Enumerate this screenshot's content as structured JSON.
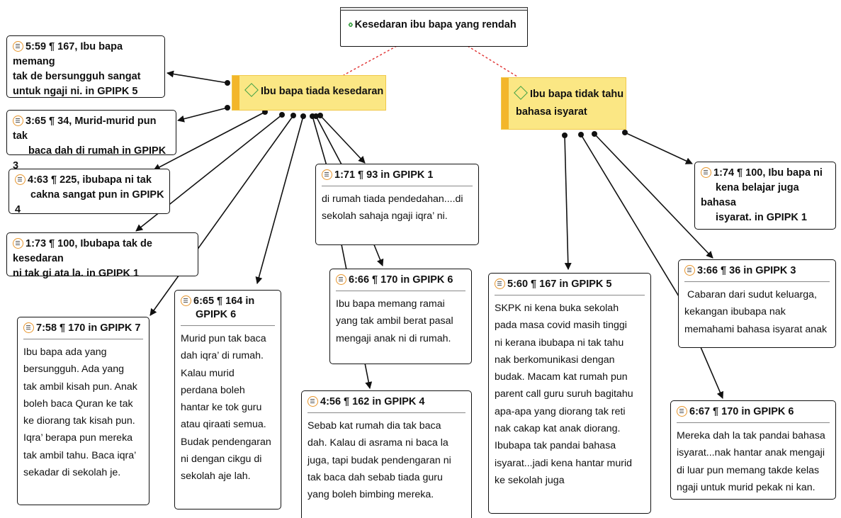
{
  "root": {
    "label": "Kesedaran ibu bapa yang rendah",
    "icon": "double-diamond-code-icon"
  },
  "codes": [
    {
      "label": "Ibu bapa tiada kesedaran",
      "icon": "diamond-code-icon"
    },
    {
      "label_line1": "Ibu bapa tidak tahu",
      "label_line2": "bahasa isyarat",
      "icon": "diamond-code-icon"
    }
  ],
  "quotes_small": [
    {
      "lines": [
        "5:59 ¶ 167, Ibu bapa memang",
        "tak de bersungguh sangat",
        "untuk ngaji ni. in GPIPK 5"
      ]
    },
    {
      "lines": [
        "3:65 ¶ 34, Murid-murid pun tak",
        "baca dah di rumah in GPIPK 3"
      ]
    },
    {
      "lines": [
        "4:63 ¶ 225, ibubapa ni tak",
        "cakna sangat pun in GPIPK 4"
      ]
    },
    {
      "lines": [
        "1:73 ¶ 100, Ibubapa tak de kesedaran",
        "ni tak gi ata la. in GPIPK 1"
      ]
    },
    {
      "lines": [
        "1:74 ¶ 100, Ibu bapa ni",
        "kena belajar juga bahasa",
        "isyarat. in GPIPK 1"
      ]
    }
  ],
  "quote_cards": [
    {
      "title": [
        "7:58 ¶ 170 in GPIPK 7"
      ],
      "text": [
        "Ibu bapa ada yang",
        "bersungguh. Ada yang",
        "tak ambil kisah pun. Anak",
        "boleh baca Quran ke tak",
        "ke diorang tak kisah pun.",
        "Iqra’ berapa pun mereka",
        "tak ambil tahu. Baca iqra’",
        "sekadar di sekolah je."
      ]
    },
    {
      "title": [
        "6:65 ¶ 164 in",
        "GPIPK 6"
      ],
      "text": [
        "Murid pun tak baca",
        "dah iqra’ di rumah.",
        "Kalau murid",
        "perdana boleh",
        "hantar ke tok guru",
        "atau qiraati semua.",
        "Budak pendengaran",
        "ni dengan cikgu di",
        "sekolah aje lah."
      ]
    },
    {
      "title": [
        "1:71 ¶ 93 in GPIPK 1"
      ],
      "text": [
        "di rumah tiada pendedahan....di",
        "sekolah sahaja ngaji iqra’ ni."
      ]
    },
    {
      "title": [
        "6:66 ¶ 170 in GPIPK 6"
      ],
      "text": [
        "Ibu bapa memang ramai",
        "yang tak ambil berat pasal",
        "mengaji anak ni di rumah."
      ]
    },
    {
      "title": [
        "4:56 ¶ 162 in GPIPK 4"
      ],
      "text": [
        "Sebab kat rumah dia tak baca",
        "dah. Kalau di asrama ni baca la",
        "juga, tapi budak pendengaran ni",
        "tak baca dah sebab tiada guru",
        "yang boleh bimbing mereka."
      ]
    },
    {
      "title": [
        "5:60 ¶ 167 in GPIPK 5"
      ],
      "text": [
        "SKPK ni kena buka sekolah",
        "pada masa covid masih tinggi",
        "ni kerana ibubapa ni tak tahu",
        "nak berkomunikasi dengan",
        "budak. Macam kat rumah pun",
        "parent call guru suruh bagitahu",
        "apa-apa yang diorang tak reti",
        "nak cakap kat anak diorang.",
        "Ibubapa tak pandai bahasa",
        "isyarat...jadi kena hantar murid",
        "ke sekolah juga"
      ]
    },
    {
      "title": [
        "3:66 ¶ 36 in GPIPK 3"
      ],
      "text": [
        "Cabaran dari sudut keluarga,",
        "kekangan ibubapa nak",
        "memahami bahasa isyarat anak"
      ]
    },
    {
      "title": [
        "6:67 ¶ 170 in GPIPK 6"
      ],
      "text": [
        "Mereka dah la tak pandai bahasa",
        "isyarat...nak hantar anak mengaji",
        "di luar pun memang takde kelas",
        "ngaji untuk murid pekak ni kan."
      ]
    }
  ],
  "colors": {
    "code_fill": "#fbe784",
    "code_bar": "#f3b62a",
    "icon_green": "#3fa146",
    "quote_icon_orange": "#e7952b",
    "dashed_link": "#e03030"
  }
}
